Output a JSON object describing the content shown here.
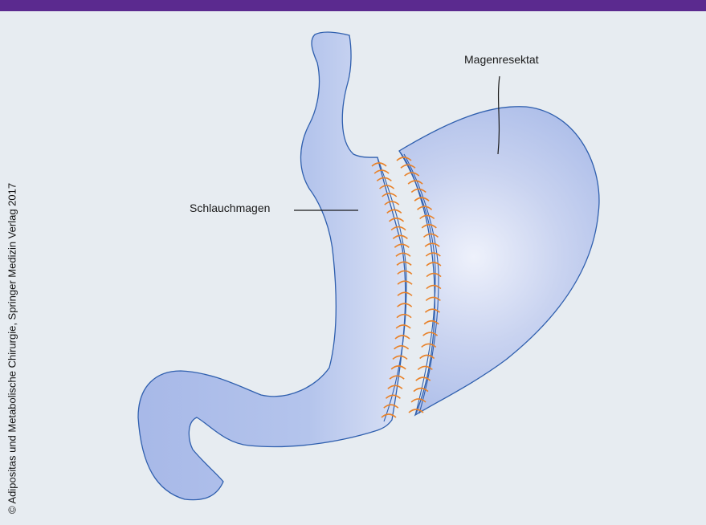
{
  "labels": {
    "sleeve": "Schlauchmagen",
    "resected": "Magenresektat"
  },
  "copyright": "© Adipositas und Metabolische Chirurgie, Springer Medizin Verlag 2017",
  "colors": {
    "header_bar": "#5b2a8f",
    "background": "#e7ecf1",
    "stomach_fill": "#b7c6ec",
    "stomach_outline": "#2f5fae",
    "sutures": "#e8822a"
  },
  "staple_counts": {
    "left_row": 28,
    "right_row": 26
  }
}
